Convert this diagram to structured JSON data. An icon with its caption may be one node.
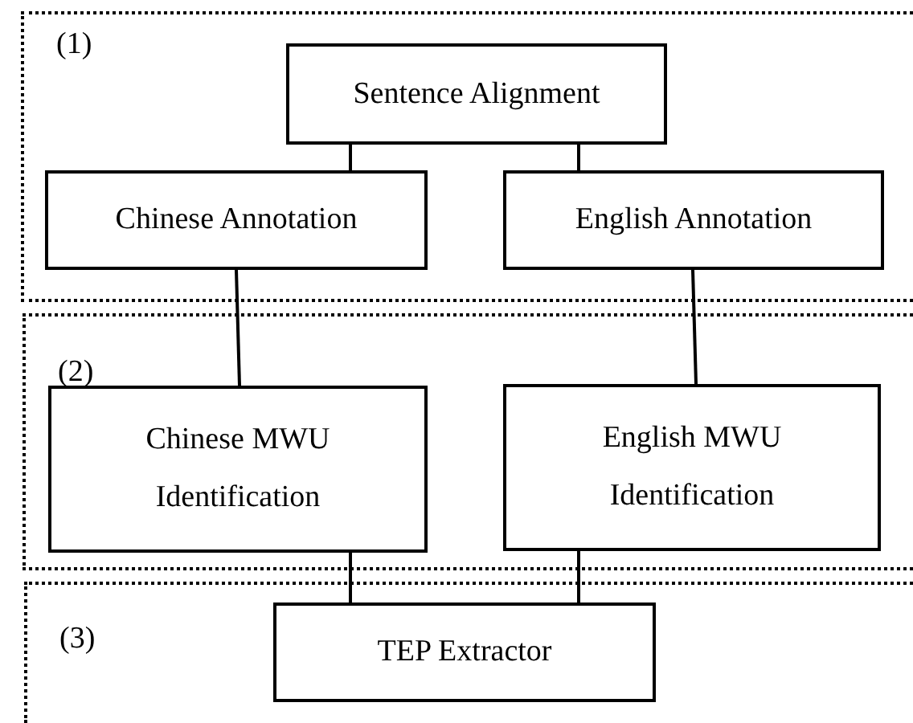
{
  "diagram": {
    "nodes": [
      {
        "text": [
          "(1)"
        ]
      },
      {
        "text": [
          "Sentence Alignment"
        ],
        "in": 0
      },
      {
        "text": [
          "Chinese Annotation"
        ],
        "in": 0
      },
      {
        "text": [
          "English Annotation"
        ],
        "in": 0
      },
      {
        "text": [
          "(2)"
        ]
      },
      {
        "text": [
          "Chinese MWU Identification"
        ],
        "in": 4
      },
      {
        "text": [
          "English MWU Identification"
        ],
        "in": 4
      },
      {
        "text": [
          "(3)"
        ]
      },
      {
        "text": [
          "TEP Extractor"
        ],
        "in": 7
      }
    ],
    "edges": [
      {
        "from": 1,
        "to": 2,
        "arrow": "none"
      },
      {
        "from": 1,
        "to": 3,
        "arrow": "none"
      },
      {
        "from": 2,
        "to": 5,
        "arrow": "none"
      },
      {
        "from": 3,
        "to": 6,
        "arrow": "none"
      },
      {
        "from": 5,
        "to": 8,
        "arrow": "none"
      },
      {
        "from": 6,
        "to": 8,
        "arrow": "none"
      }
    ]
  }
}
